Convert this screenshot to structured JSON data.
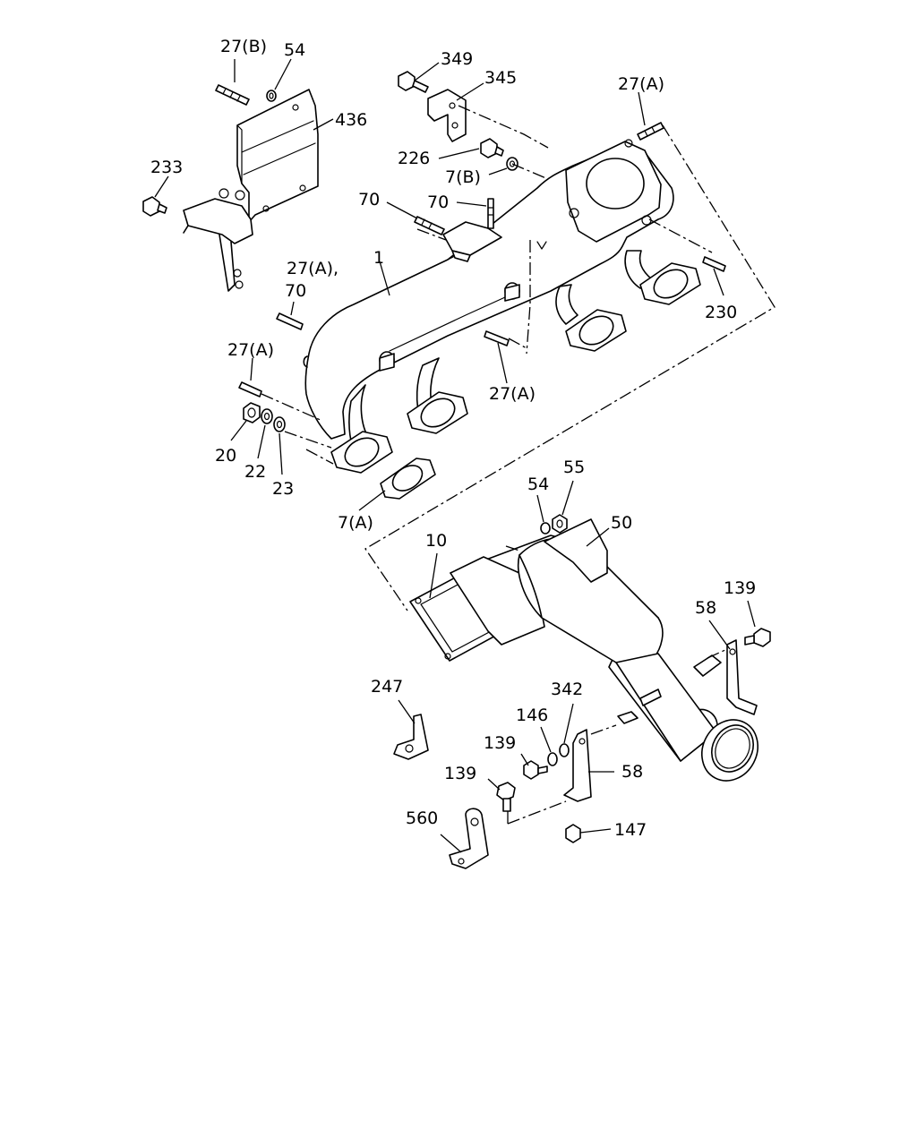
{
  "labels": {
    "l_27b": "27(B)",
    "l_54_top": "54",
    "l_436": "436",
    "l_233": "233",
    "l_349": "349",
    "l_345": "345",
    "l_27a_topright": "27(A)",
    "l_226": "226",
    "l_7b": "7(B)",
    "l_70_left": "70",
    "l_70_mid": "70",
    "l_1": "1",
    "l_27a70": "27(A),",
    "l_70_lower": "70",
    "l_230": "230",
    "l_27a_left": "27(A)",
    "l_27a_center": "27(A)",
    "l_20": "20",
    "l_22": "22",
    "l_23": "23",
    "l_7a": "7(A)",
    "l_54_mid": "54",
    "l_55": "55",
    "l_10": "10",
    "l_50": "50",
    "l_139_right": "139",
    "l_58_upper": "58",
    "l_247": "247",
    "l_342": "342",
    "l_146": "146",
    "l_139_mid": "139",
    "l_139_lower": "139",
    "l_58_lower": "58",
    "l_560": "560",
    "l_147": "147"
  }
}
